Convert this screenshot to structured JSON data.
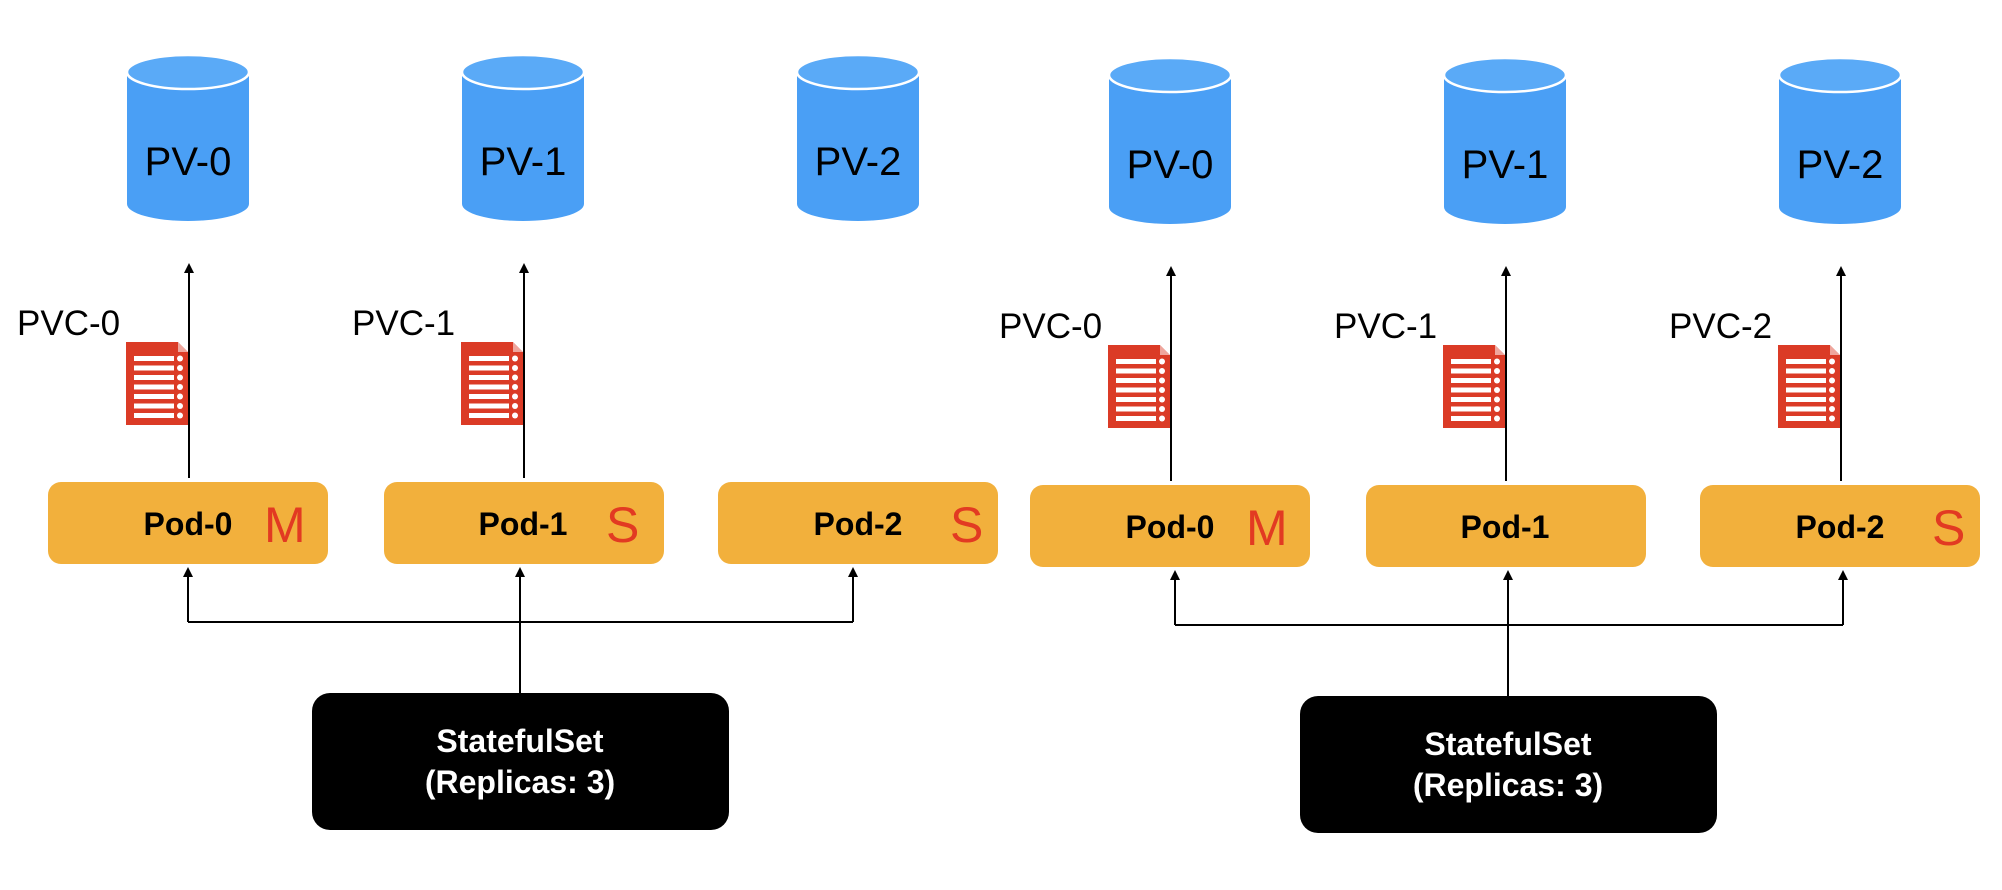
{
  "colors": {
    "volume": "#4a9ff5",
    "volume_top": "#5aaaf7",
    "pod": "#f2b03c",
    "statefulset": "#000000",
    "claim_icon": "#db3b26",
    "role": "#e23a22",
    "line": "#000000"
  },
  "diagrams": [
    {
      "volumes": [
        "PV-0",
        "PV-1",
        "PV-2"
      ],
      "claims": [
        {
          "label": "PVC-0",
          "icon": "claim-document-icon"
        },
        {
          "label": "PVC-1",
          "icon": "claim-document-icon"
        }
      ],
      "pods": [
        {
          "label": "Pod-0",
          "role": "M"
        },
        {
          "label": "Pod-1",
          "role": "S"
        },
        {
          "label": "Pod-2",
          "role": "S"
        }
      ],
      "statefulset": {
        "title": "StatefulSet",
        "replicas": "(Replicas: 3)"
      }
    },
    {
      "volumes": [
        "PV-0",
        "PV-1",
        "PV-2"
      ],
      "claims": [
        {
          "label": "PVC-0",
          "icon": "claim-document-icon"
        },
        {
          "label": "PVC-1",
          "icon": "claim-document-icon"
        },
        {
          "label": "PVC-2",
          "icon": "claim-document-icon"
        }
      ],
      "pods": [
        {
          "label": "Pod-0",
          "role": "M"
        },
        {
          "label": "Pod-1",
          "role": ""
        },
        {
          "label": "Pod-2",
          "role": "S"
        }
      ],
      "statefulset": {
        "title": "StatefulSet",
        "replicas": "(Replicas: 3)"
      }
    }
  ]
}
